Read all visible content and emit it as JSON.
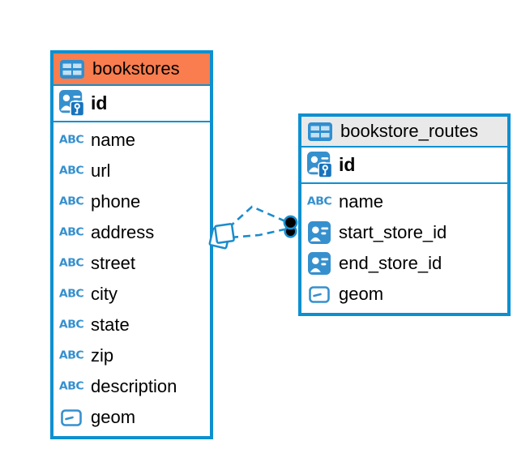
{
  "diagram": {
    "icon_text": {
      "abc": "ABC"
    },
    "tables": [
      {
        "name": "bookstores",
        "header_color": "#f97d4e",
        "icon": "table-icon",
        "primary_key": {
          "label": "id",
          "icon": "person-key-icon"
        },
        "fields": [
          {
            "label": "name",
            "icon": "text-abc-icon"
          },
          {
            "label": "url",
            "icon": "text-abc-icon"
          },
          {
            "label": "phone",
            "icon": "text-abc-icon"
          },
          {
            "label": "address",
            "icon": "text-abc-icon"
          },
          {
            "label": "street",
            "icon": "text-abc-icon"
          },
          {
            "label": "city",
            "icon": "text-abc-icon"
          },
          {
            "label": "state",
            "icon": "text-abc-icon"
          },
          {
            "label": "zip",
            "icon": "text-abc-icon"
          },
          {
            "label": "description",
            "icon": "text-abc-icon"
          },
          {
            "label": "geom",
            "icon": "geometry-icon"
          }
        ]
      },
      {
        "name": "bookstore_routes",
        "header_color": "#e9e9e9",
        "icon": "table-icon",
        "primary_key": {
          "label": "id",
          "icon": "person-key-icon"
        },
        "fields": [
          {
            "label": "name",
            "icon": "text-abc-icon"
          },
          {
            "label": "start_store_id",
            "icon": "person-badge-icon"
          },
          {
            "label": "end_store_id",
            "icon": "person-badge-icon"
          },
          {
            "label": "geom",
            "icon": "geometry-icon"
          }
        ]
      }
    ],
    "relation": {
      "from_table": "bookstores",
      "to_table": "bookstore_routes",
      "line_style": "dashed",
      "line_color": "#1b8ccd",
      "from_marker": "stacked-squares-marker",
      "to_marker": "stacked-dots-marker"
    },
    "colors": {
      "table_border": "#0d90d0",
      "icon_blue": "#3690ce",
      "key_badge_blue": "#1874bd",
      "header_orange": "#f97d4e",
      "header_gray": "#e9e9e9",
      "relation_line": "#1b8ccd",
      "text": "#000000",
      "background": "#ffffff"
    }
  }
}
